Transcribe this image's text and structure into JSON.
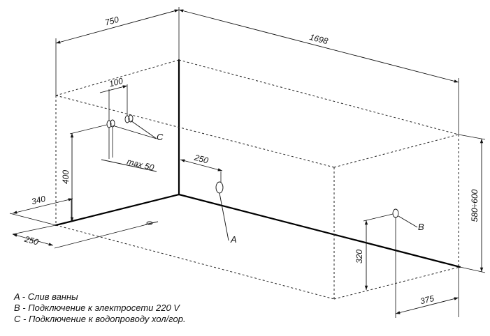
{
  "dimensions": {
    "width_top": "750",
    "length_top": "1698",
    "spacing_c": "100",
    "max_c": "max 50",
    "offset_a": "250",
    "height_c": "400",
    "side_340": "340",
    "side_250": "250",
    "height_range": "580÷600",
    "height_b": "320",
    "offset_b": "375"
  },
  "labels": {
    "a": "A",
    "b": "B",
    "c": "C"
  },
  "legend": {
    "a": "A - Слив ванны",
    "b": "B - Подключение к электросети 220 V",
    "c": "C - Подключение к водопроводу хол/гор."
  }
}
